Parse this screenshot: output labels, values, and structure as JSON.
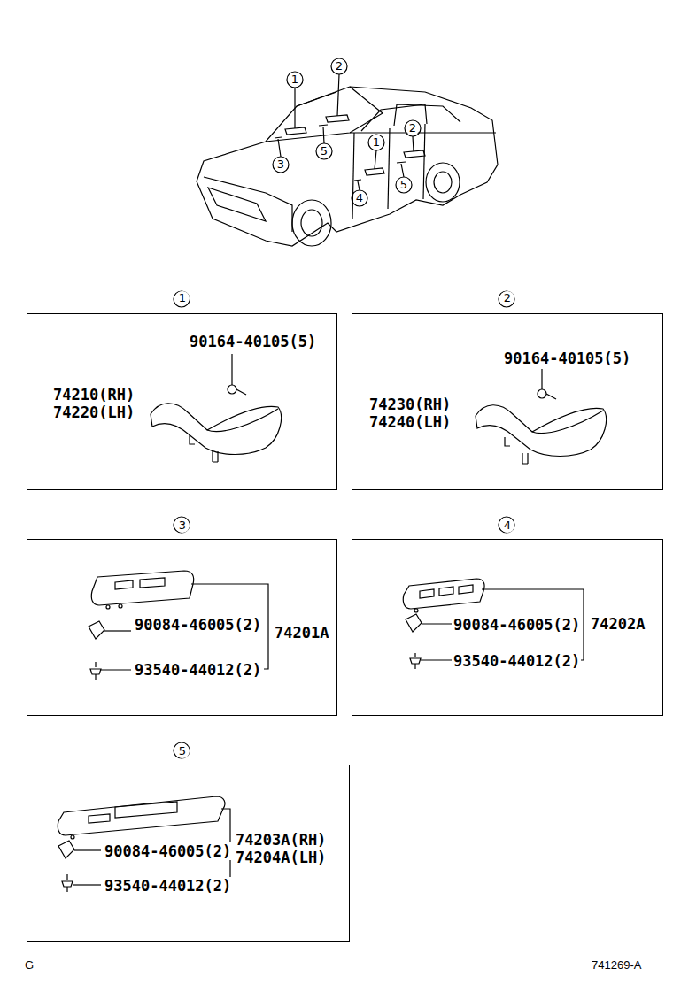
{
  "diagram": {
    "nodes": [
      {
        "text": [
          "1",
          "90164-40105(5)",
          "74210(RH) 74220(LH)"
        ]
      },
      {
        "text": [
          "2",
          "90164-40105(5)",
          "74230(RH) 74240(LH)"
        ]
      },
      {
        "text": [
          "3",
          "90084-46005(2)",
          "93540-44012(2)",
          "74201A"
        ]
      },
      {
        "text": [
          "4",
          "90084-46005(2)",
          "93540-44012(2)",
          "74202A"
        ]
      },
      {
        "text": [
          "5",
          "90084-46005(2)",
          "93540-44012(2)",
          "74203A(RH) 74204A(LH)"
        ]
      }
    ],
    "labels": [
      "1",
      "2",
      "3",
      "5",
      "1",
      "2",
      "4",
      "5",
      "G",
      "741269-A"
    ]
  }
}
